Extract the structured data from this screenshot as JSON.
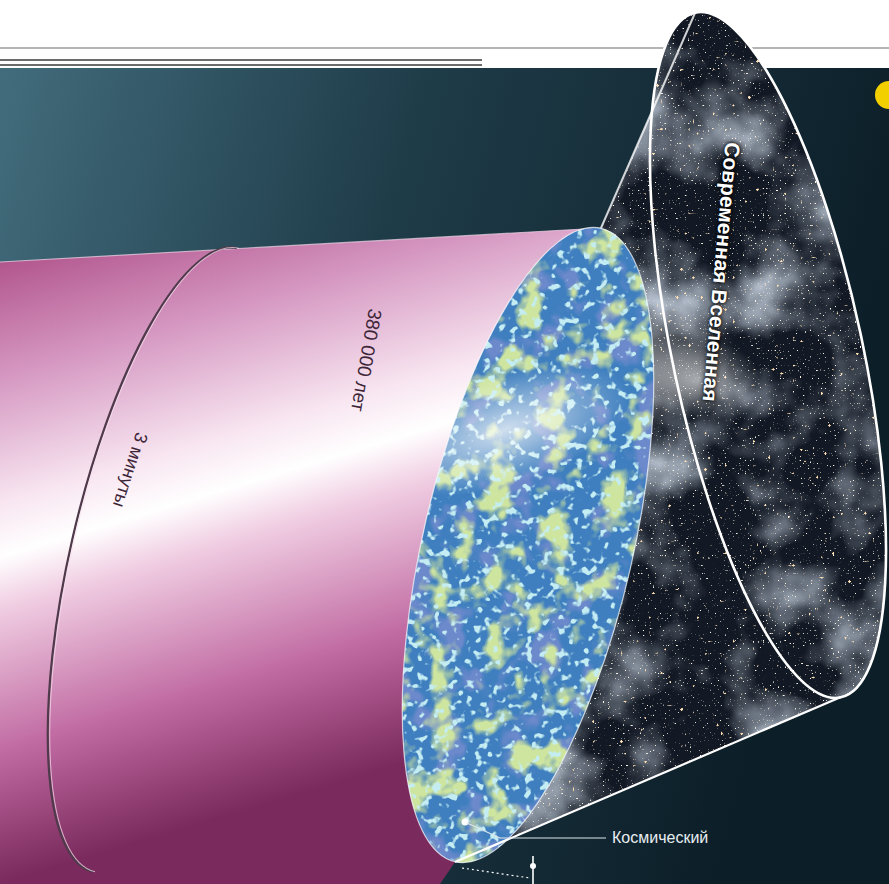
{
  "diagram": {
    "labels": [
      "3 минуты",
      "380 000 лет",
      "Современная Вселенная",
      "Космический"
    ]
  }
}
